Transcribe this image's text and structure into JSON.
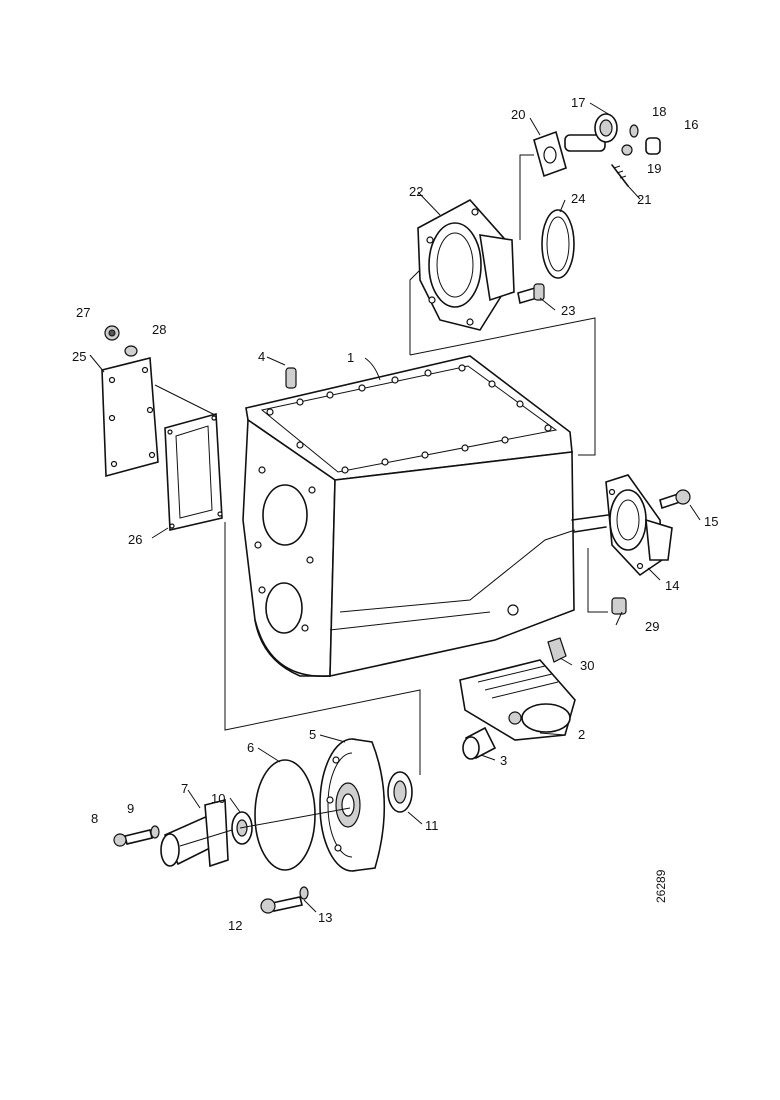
{
  "figure": {
    "drawing_number": "26289",
    "callouts": [
      "1",
      "2",
      "3",
      "4",
      "6",
      "5",
      "7",
      "8",
      "9",
      "10",
      "11",
      "12",
      "13",
      "14",
      "15",
      "16",
      "17",
      "18",
      "19",
      "20",
      "21",
      "22",
      "23",
      "24",
      "25",
      "26",
      "27",
      "28",
      "29",
      "30"
    ]
  }
}
